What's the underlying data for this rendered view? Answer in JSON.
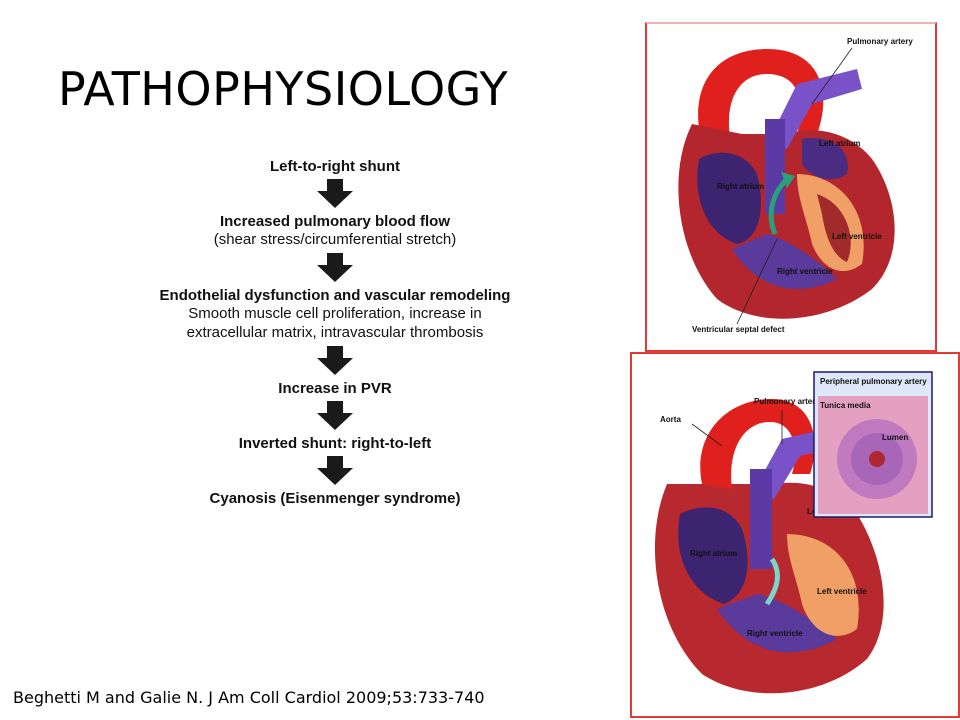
{
  "title": "PATHOPHYSIOLOGY",
  "flowchart": {
    "steps": [
      {
        "bold": "Left-to-right shunt",
        "detail": ""
      },
      {
        "bold": "Increased pulmonary blood flow",
        "detail": "(shear stress/circumferential stretch)"
      },
      {
        "bold": "Endothelial dysfunction and vascular remodeling",
        "detail": "Smooth muscle cell proliferation, increase in extracellular matrix, intravascular thrombosis"
      },
      {
        "bold": "Increase in PVR",
        "detail": ""
      },
      {
        "bold": "Inverted shunt: right-to-left",
        "detail": ""
      },
      {
        "bold": "Cyanosis (Eisenmenger syndrome)",
        "detail": ""
      }
    ]
  },
  "figure_top": {
    "labels": {
      "pulmonary_artery": "Pulmonary artery",
      "left_atrium": "Left atrium",
      "right_atrium": "Right atrium",
      "left_ventricle": "Left ventricle",
      "right_ventricle": "Right ventricle",
      "vsd": "Ventricular septal defect"
    }
  },
  "figure_bottom": {
    "labels": {
      "aorta": "Aorta",
      "pulmonary_artery": "Pulmonary artery",
      "left_atrium": "Left atrium",
      "right_atrium": "Right atrium",
      "left_ventricle": "Left ventricle",
      "right_ventricle": "Right ventricle"
    },
    "inset": {
      "title": "Peripheral pulmonary artery",
      "tunica_media": "Tunica media",
      "lumen": "Lumen"
    }
  },
  "citation": "Beghetti M and Galie N. J Am Coll Cardiol 2009;53:733-740",
  "colors": {
    "frame_border": "#e53935",
    "arrow": "#1a1a1a"
  }
}
